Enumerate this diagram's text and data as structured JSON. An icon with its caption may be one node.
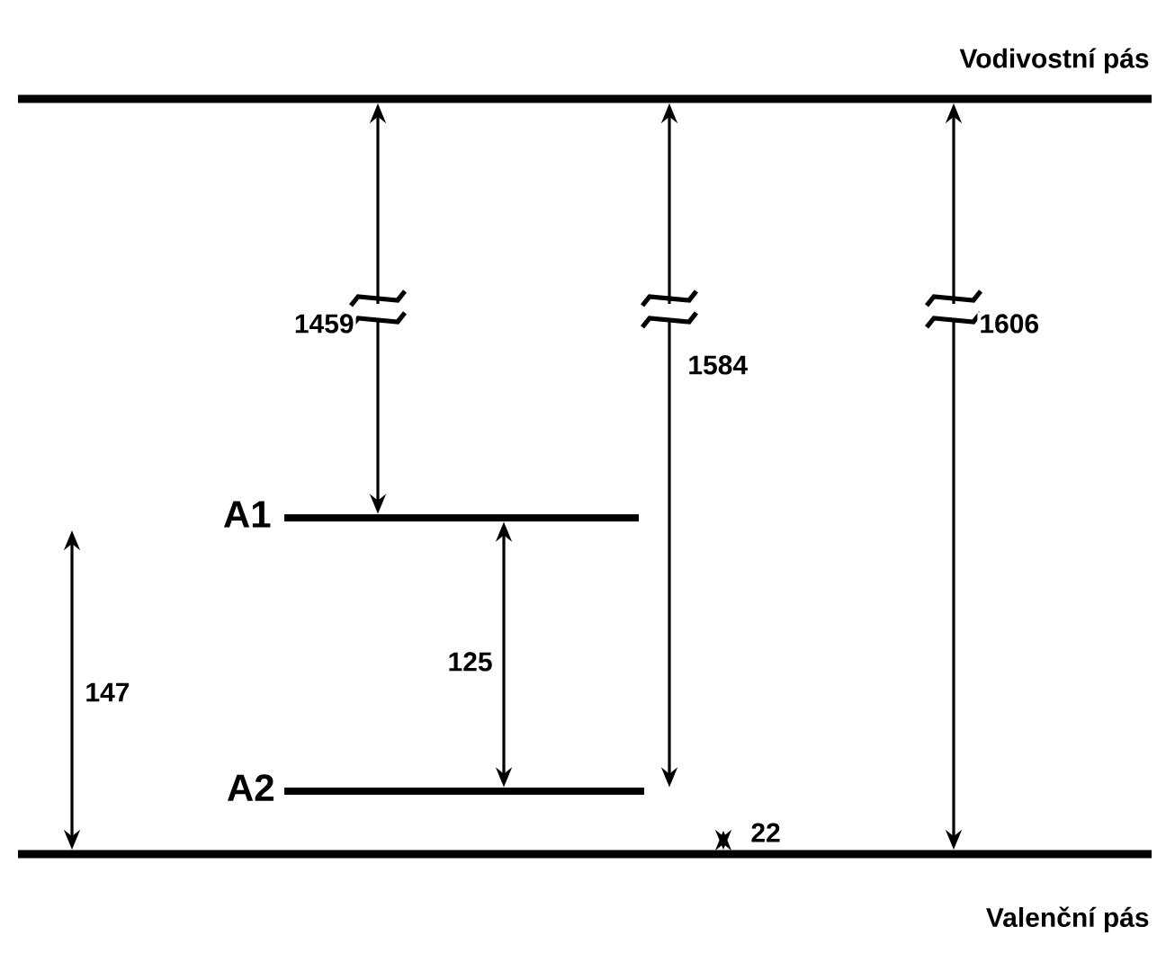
{
  "diagram": {
    "nodes": [
      {
        "text": [
          "Vodivostní pás"
        ]
      },
      {
        "text": [
          "Valenční pás"
        ]
      },
      {
        "text": [
          "A1"
        ]
      },
      {
        "text": [
          "A2"
        ]
      }
    ],
    "edges": [
      {
        "from": 0,
        "to": 2,
        "arrow": "both",
        "label": "1459"
      },
      {
        "from": 0,
        "to": 3,
        "arrow": "both",
        "label": "1584"
      },
      {
        "from": 0,
        "to": 1,
        "arrow": "both",
        "label": "1606"
      },
      {
        "from": 2,
        "to": 3,
        "arrow": "both",
        "label": "125"
      },
      {
        "from": null,
        "to": 1,
        "arrow": "both",
        "label": "147"
      },
      {
        "from": null,
        "to": 1,
        "arrow": "both",
        "label": "22"
      }
    ]
  }
}
